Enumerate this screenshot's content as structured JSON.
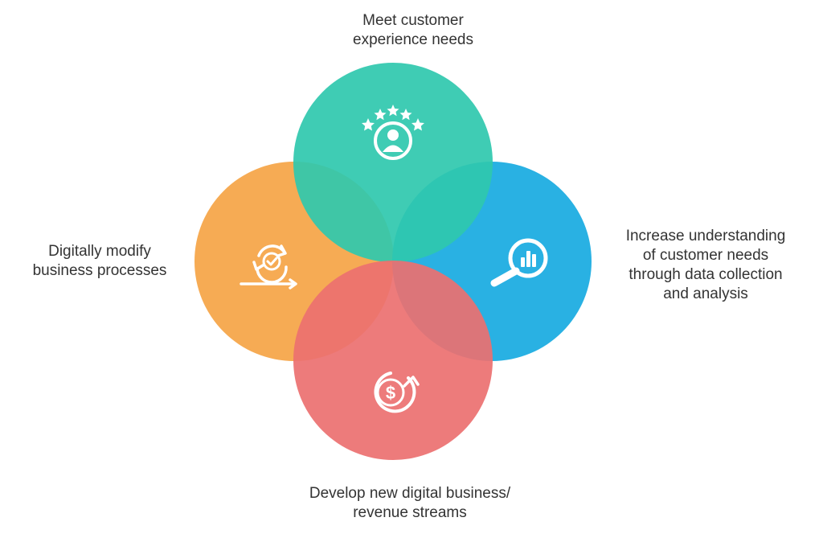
{
  "colors": {
    "top": "#2FC8AE",
    "left": "#F5A64B",
    "right": "#1EADE2",
    "bottom": "#EC7070",
    "icon": "#FFFFFF",
    "text": "#333333"
  },
  "segments": {
    "top": {
      "icon": "customer-rating-icon",
      "label_lines": [
        "Meet customer",
        "experience needs"
      ]
    },
    "left": {
      "icon": "process-cycle-check-icon",
      "label_lines": [
        "Digitally modify",
        "business processes"
      ]
    },
    "right": {
      "icon": "magnifier-chart-icon",
      "label_lines": [
        "Increase understanding",
        "of customer needs",
        "through data collection",
        "and analysis"
      ]
    },
    "bottom": {
      "icon": "dollar-growth-icon",
      "label_lines": [
        "Develop new digital business/",
        "revenue streams"
      ]
    }
  }
}
